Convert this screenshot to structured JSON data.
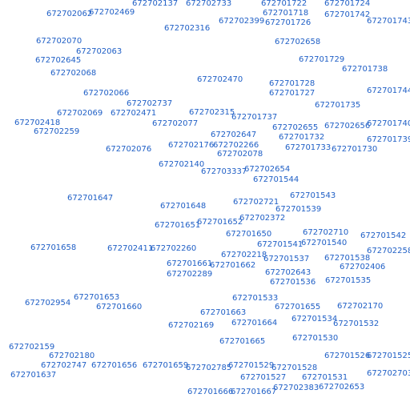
{
  "style": {
    "label_color": "#1f5fc6",
    "background": "#ffffff"
  },
  "labels": [
    "672702137",
    "672702733",
    "672701722",
    "672701724",
    "672702062",
    "672702469",
    "672701718",
    "672701742",
    "672701743",
    "672702399",
    "672701726",
    "672702316",
    "672702070",
    "672702658",
    "672702063",
    "672702645",
    "672701729",
    "672701738",
    "672702068",
    "672702470",
    "672701728",
    "672702066",
    "672701727",
    "672701744",
    "672702737",
    "672701735",
    "672702069",
    "672702471",
    "672702315",
    "672701737",
    "672702418",
    "672702077",
    "672702655",
    "672702656",
    "672701740",
    "672702259",
    "672702647",
    "672701732",
    "672701739",
    "672702176",
    "672702266",
    "672702076",
    "672701733",
    "672701730",
    "672702078",
    "672702140",
    "672703337",
    "672702654",
    "672701544",
    "672701647",
    "672701543",
    "672701648",
    "672702721",
    "672701539",
    "672702372",
    "672701651",
    "672701652",
    "672702710",
    "672701542",
    "672701650",
    "672701541",
    "672701540",
    "672701658",
    "672702411",
    "672702260",
    "672702258",
    "672702218",
    "672701537",
    "672701538",
    "672701661",
    "672701662",
    "672702406",
    "672702289",
    "672702643",
    "672701536",
    "672701535",
    "672701653",
    "672701533",
    "672702954",
    "672701660",
    "672701655",
    "672702170",
    "672701663",
    "672701534",
    "672702169",
    "672701664",
    "672701532",
    "672701665",
    "672701530",
    "672702159",
    "672702180",
    "672701526",
    "672701525",
    "672702747",
    "672701656",
    "672701659",
    "672702785",
    "672701529",
    "672701528",
    "672702703",
    "672701637",
    "672701527",
    "672701531",
    "672701666",
    "672701667",
    "672702383",
    "672702653"
  ]
}
